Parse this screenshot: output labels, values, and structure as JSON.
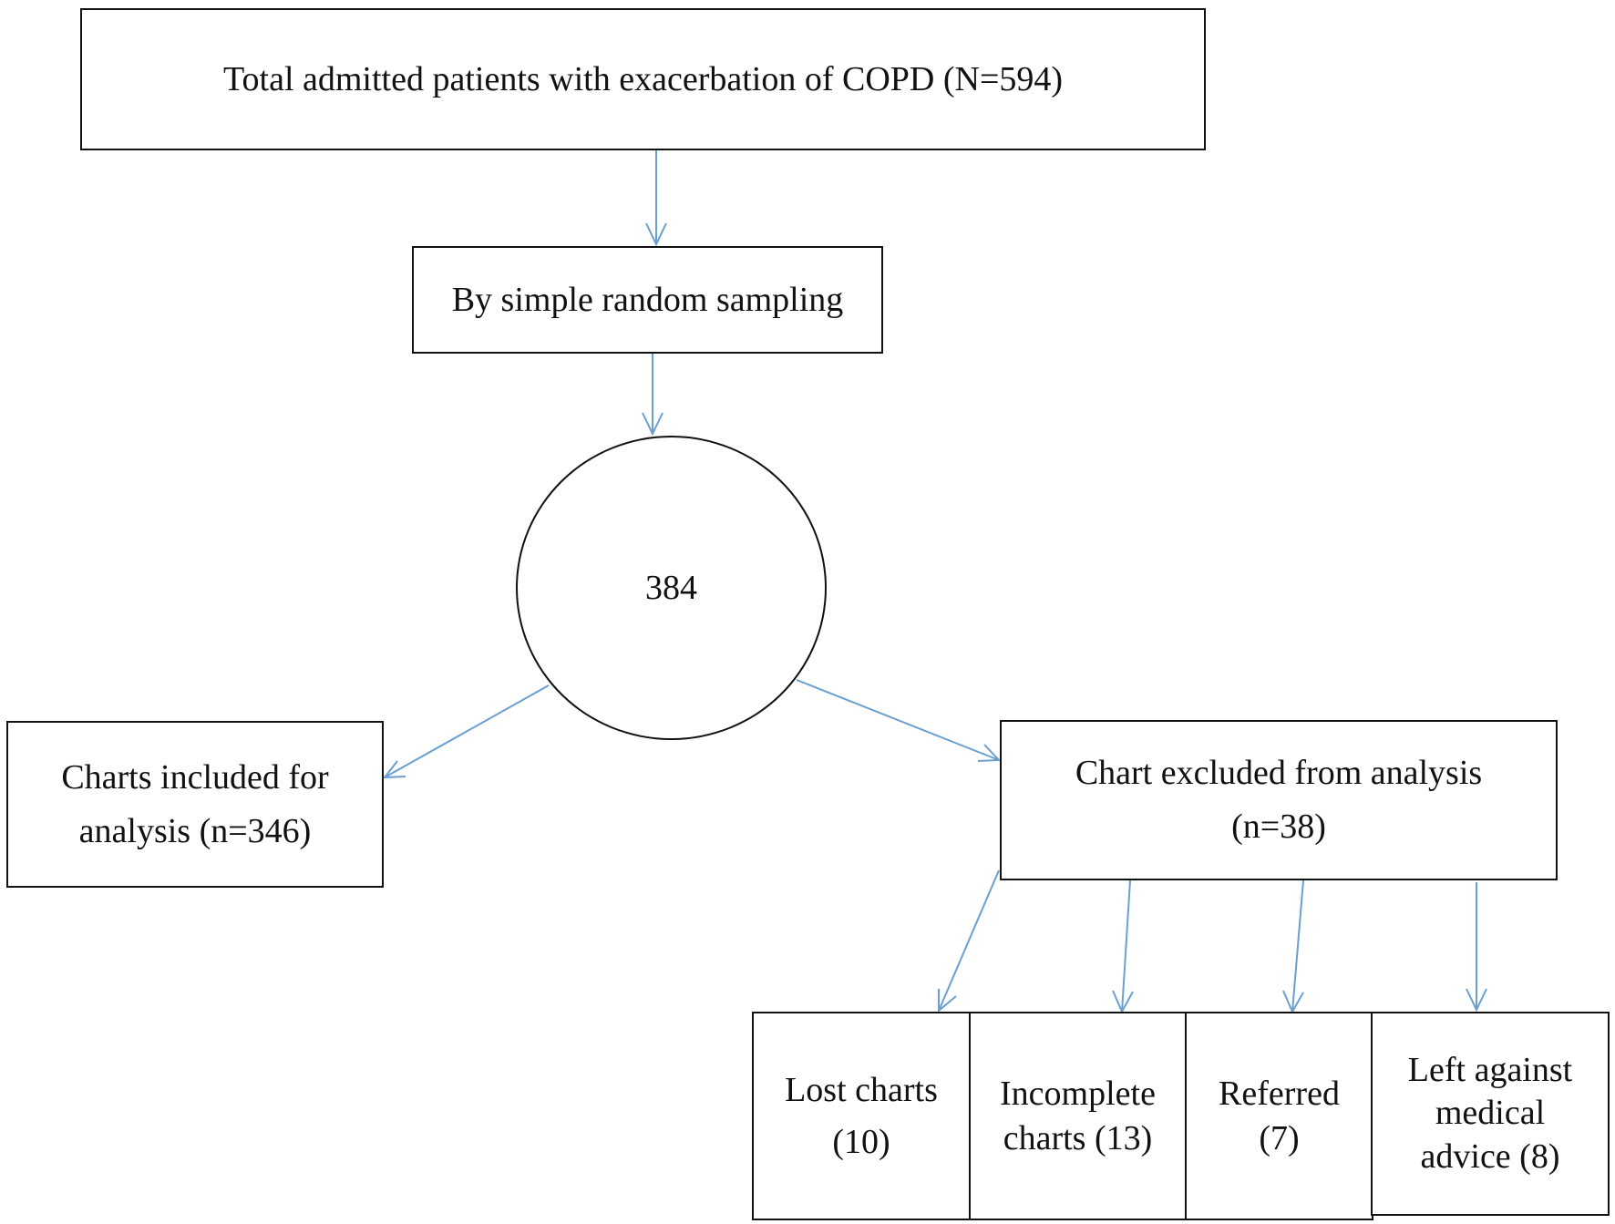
{
  "diagram": {
    "nodes": {
      "total": {
        "lines": [
          "Total admitted patients with exacerbation of COPD (N=594)"
        ]
      },
      "sampling": {
        "lines": [
          "By simple random sampling"
        ]
      },
      "sample": {
        "lines": [
          "384"
        ]
      },
      "included": {
        "lines": [
          "Charts included for",
          "analysis (n=346)"
        ]
      },
      "excluded": {
        "lines": [
          "Chart excluded from analysis",
          "(n=38)"
        ]
      },
      "lost": {
        "lines": [
          "Lost charts",
          "(10)"
        ]
      },
      "incomplete": {
        "lines": [
          "Incomplete",
          "charts (13)"
        ]
      },
      "referred": {
        "lines": [
          "Referred",
          "(7)"
        ]
      },
      "left_against": {
        "lines": [
          "Left against",
          "medical",
          "advice (8)"
        ]
      }
    },
    "edges": [
      {
        "from": "total",
        "to": "sampling"
      },
      {
        "from": "sampling",
        "to": "sample"
      },
      {
        "from": "sample",
        "to": "included"
      },
      {
        "from": "sample",
        "to": "excluded"
      },
      {
        "from": "excluded",
        "to": "lost"
      },
      {
        "from": "excluded",
        "to": "incomplete"
      },
      {
        "from": "excluded",
        "to": "referred"
      },
      {
        "from": "excluded",
        "to": "left_against"
      }
    ],
    "colors": {
      "arrow": "#6a9fd0",
      "border": "#111111",
      "text": "#111111"
    }
  }
}
